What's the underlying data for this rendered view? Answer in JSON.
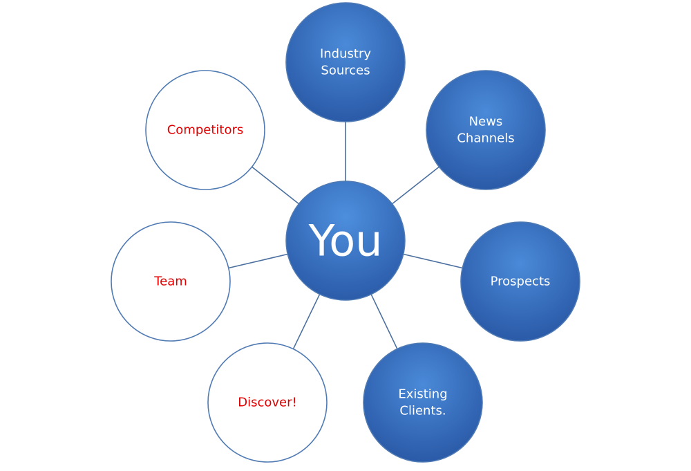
{
  "center": {
    "label": "You",
    "fill": "blue-gradient"
  },
  "nodes": [
    {
      "id": "industry-sources",
      "lines": [
        "Industry",
        "Sources"
      ],
      "style": "filled"
    },
    {
      "id": "news-channels",
      "lines": [
        "News",
        "Channels"
      ],
      "style": "filled"
    },
    {
      "id": "prospects",
      "lines": [
        "Prospects"
      ],
      "style": "filled"
    },
    {
      "id": "existing-clients",
      "lines": [
        "Existing",
        "Clients."
      ],
      "style": "filled"
    },
    {
      "id": "discover",
      "lines": [
        "Discover!"
      ],
      "style": "outline"
    },
    {
      "id": "team",
      "lines": [
        "Team"
      ],
      "style": "outline"
    },
    {
      "id": "competitors",
      "lines": [
        "Competitors"
      ],
      "style": "outline"
    }
  ],
  "colors": {
    "filled_top": "#4a8ad8",
    "filled_bottom": "#2a5aa8",
    "stroke": "#4f7ab3",
    "connector": "#4a6f9f",
    "filled_text": "#ffffff",
    "outline_text": "#e00000",
    "outline_fill": "#ffffff"
  }
}
